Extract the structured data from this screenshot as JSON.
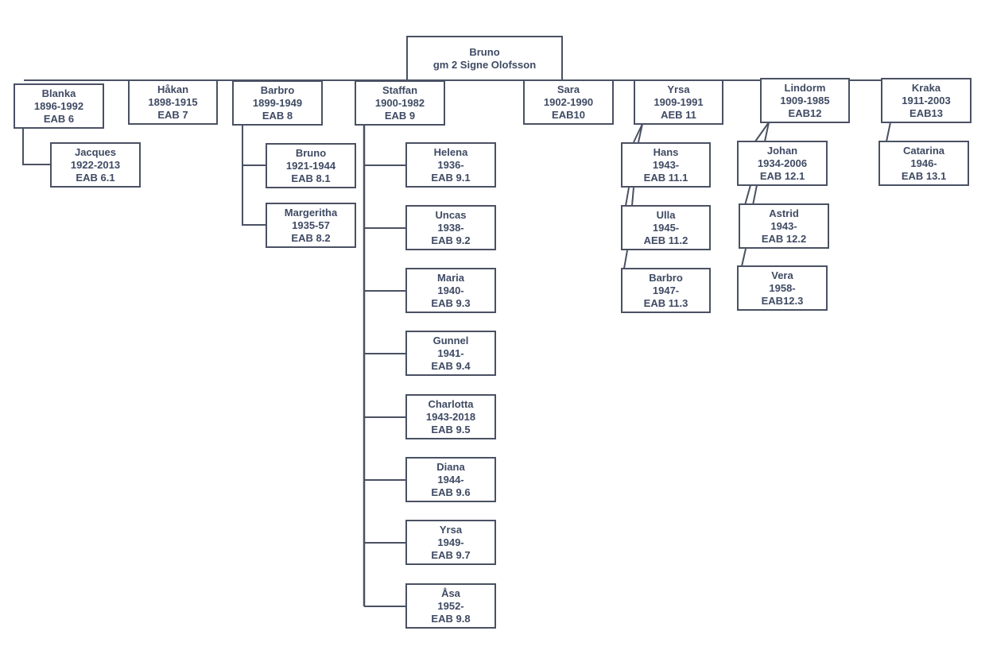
{
  "root": {
    "name": "Bruno",
    "note": "gm 2 Signe Olofsson"
  },
  "children": [
    {
      "id": "blanka",
      "name": "Blanka",
      "years": "1896-1992",
      "code": "EAB 6",
      "children": [
        {
          "name": "Jacques",
          "years": "1922-2013",
          "code": "EAB 6.1"
        }
      ]
    },
    {
      "id": "hakan",
      "name": "Håkan",
      "years": "1898-1915",
      "code": "EAB 7",
      "children": []
    },
    {
      "id": "barbro",
      "name": "Barbro",
      "years": "1899-1949",
      "code": "EAB 8",
      "children": [
        {
          "name": "Bruno",
          "years": "1921-1944",
          "code": "EAB 8.1"
        },
        {
          "name": "Margeritha",
          "years": "1935-57",
          "code": "EAB 8.2"
        }
      ]
    },
    {
      "id": "staffan",
      "name": "Staffan",
      "years": "1900-1982",
      "code": "EAB 9",
      "children": [
        {
          "name": "Helena",
          "years": "1936-",
          "code": "EAB 9.1"
        },
        {
          "name": "Uncas",
          "years": "1938-",
          "code": "EAB 9.2"
        },
        {
          "name": "Maria",
          "years": "1940-",
          "code": "EAB 9.3"
        },
        {
          "name": "Gunnel",
          "years": "1941-",
          "code": "EAB 9.4"
        },
        {
          "name": "Charlotta",
          "years": "1943-2018",
          "code": "EAB 9.5"
        },
        {
          "name": "Diana",
          "years": "1944-",
          "code": "EAB 9.6"
        },
        {
          "name": "Yrsa",
          "years": "1949-",
          "code": "EAB 9.7"
        },
        {
          "name": "Åsa",
          "years": "1952-",
          "code": "EAB 9.8"
        }
      ]
    },
    {
      "id": "sara",
      "name": "Sara",
      "years": "1902-1990",
      "code": "EAB10",
      "children": []
    },
    {
      "id": "yrsa",
      "name": "Yrsa",
      "years": "1909-1991",
      "code": "AEB 11",
      "children": [
        {
          "name": "Hans",
          "years": "1943-",
          "code": "EAB 11.1"
        },
        {
          "name": "Ulla",
          "years": "1945-",
          "code": "AEB 11.2"
        },
        {
          "name": "Barbro",
          "years": "1947-",
          "code": "EAB 11.3"
        }
      ]
    },
    {
      "id": "lindorm",
      "name": "Lindorm",
      "years": "1909-1985",
      "code": "EAB12",
      "children": [
        {
          "name": "Johan",
          "years": "1934-2006",
          "code": "EAB 12.1"
        },
        {
          "name": "Astrid",
          "years": "1943-",
          "code": "EAB 12.2"
        },
        {
          "name": "Vera",
          "years": "1958-",
          "code": "EAB12.3"
        }
      ]
    },
    {
      "id": "kraka",
      "name": "Kraka",
      "years": "1911-2003",
      "code": "EAB13",
      "children": [
        {
          "name": "Catarina",
          "years": "1946-",
          "code": "EAB 13.1"
        }
      ]
    }
  ]
}
